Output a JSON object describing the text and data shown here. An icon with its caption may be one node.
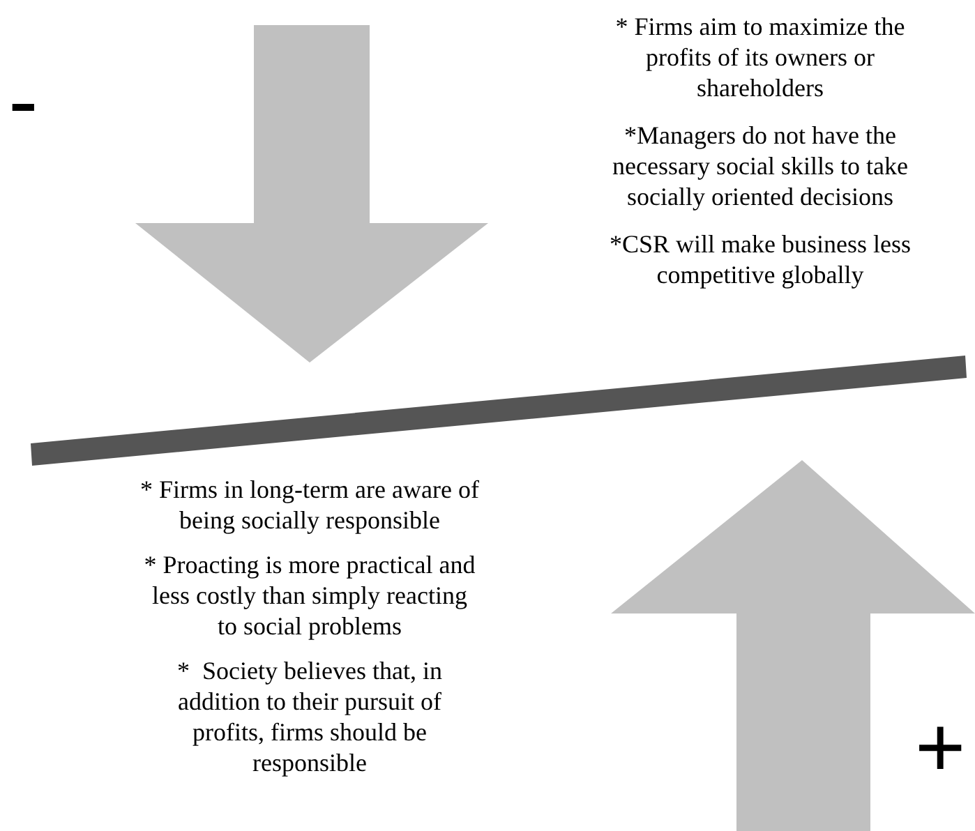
{
  "diagram": {
    "labels": [
      "-",
      "* Firms aim to maximize the profits of its owners or shareholders",
      "*Managers do not have the necessary social skills to take socially oriented decisions",
      "*CSR will make business less competitive globally",
      "* Firms in long-term are aware of being socially responsible",
      "* Proacting is more practical and less costly than simply reacting to social problems",
      "*  Society believes that, in addition to their pursuit of profits, firms should be responsible",
      "+"
    ]
  }
}
